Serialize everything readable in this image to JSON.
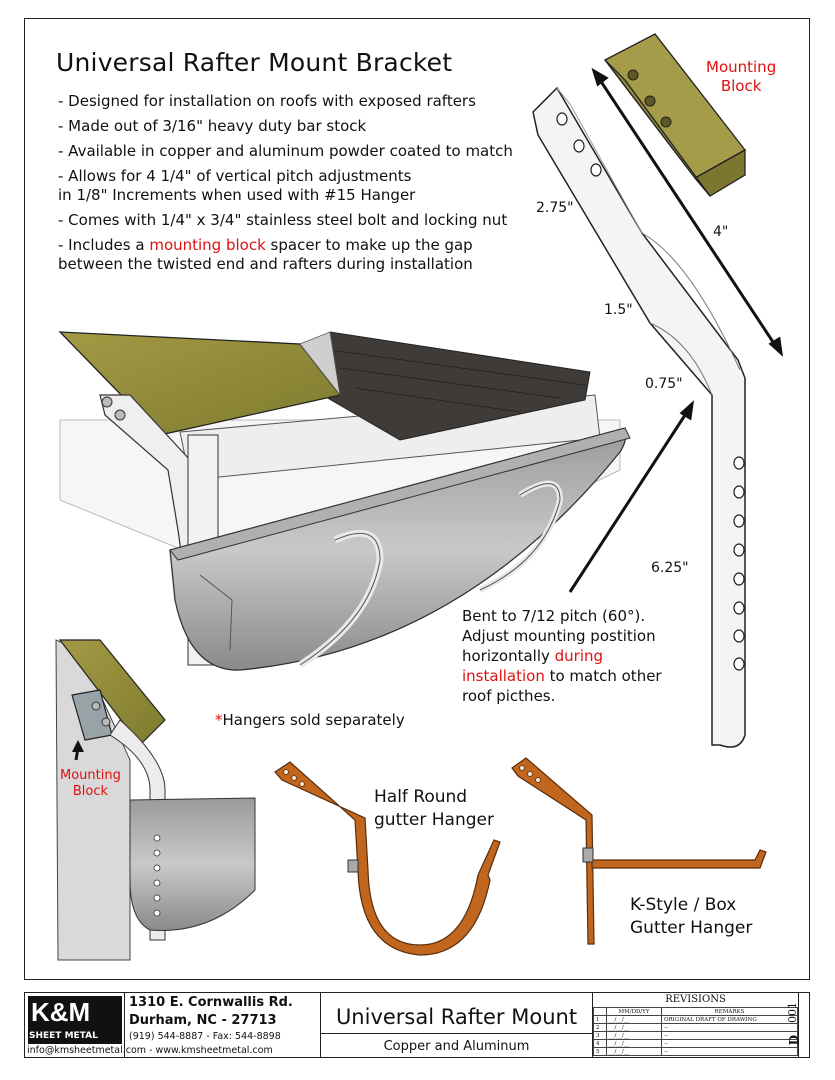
{
  "title": "Universal Rafter Mount Bracket",
  "bullets": [
    {
      "text": "- Designed for installation on roofs with exposed rafters"
    },
    {
      "text": "- Made out of 3/16\" heavy duty bar stock"
    },
    {
      "text": "- Available in copper and aluminum powder coated to match"
    },
    {
      "line1": "- Allows for 4 1/4\" of vertical pitch adjustments",
      "line2": "in 1/8\" Increments when used with #15 Hanger"
    },
    {
      "text": "- Comes with 1/4\" x 3/4\" stainless steel bolt and locking nut"
    },
    {
      "pre": "- Includes a ",
      "highlight": "mounting block",
      "post": " spacer to make up the gap",
      "line2": "between the twisted end and rafters during installation"
    }
  ],
  "dimensions": {
    "d1": "2.75\"",
    "d2": "4\"",
    "d3": "1.5\"",
    "d4": "0.75\"",
    "d5": "6.25\""
  },
  "mounting_block_label": {
    "line1": "Mounting",
    "line2": "Block"
  },
  "bend_note": {
    "line1": "Bent to 7/12 pitch (60°).",
    "line2": "Adjust mounting postition",
    "line3_pre": "horizontally ",
    "line3_red": "during",
    "line4_red": "installation",
    "line4_post": " to match other",
    "line5": "roof picthes."
  },
  "hangers_note": {
    "star": "*",
    "text": "Hangers sold separately"
  },
  "half_round": {
    "line1": "Half Round",
    "line2": "gutter Hanger"
  },
  "k_style": {
    "line1": "K-Style / Box",
    "line2": "Gutter Hanger"
  },
  "title_block": {
    "company_logo_text": "K&M",
    "company_sub": "SHEET METAL",
    "addr1": "1310 E. Cornwallis Rd.",
    "addr2": "Durham, NC - 27713",
    "phone": "(919) 544-8887 - Fax: 544-8898",
    "email": "info@kmsheetmetal.com - www.kmsheetmetal.com",
    "drawing_title": "Universal Rafter Mount",
    "drawing_sub": "Copper and Aluminum",
    "revisions_title": "REVISIONS",
    "col_date": "MM/DD/YY",
    "col_remarks": "REMARKS",
    "rev1": "ORIGINAL DRAFT OF DRAWING",
    "sheet_letter": "D",
    "sheet_number": "001"
  },
  "colors": {
    "copper": "#c0661e",
    "wood": "#8f8a3a",
    "aluminum": "#d8d8d8",
    "red_text": "#e01010"
  }
}
